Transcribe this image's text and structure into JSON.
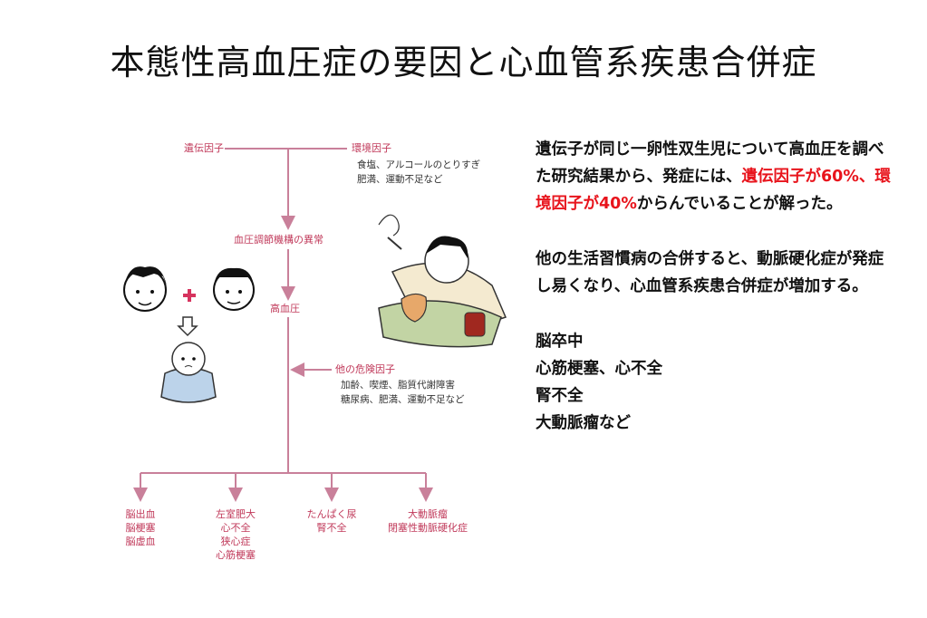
{
  "title": "本態性高血圧症の要因と心血管系疾患合併症",
  "diagram": {
    "genetic_factor": "遺伝因子",
    "environmental_factor": "環境因子",
    "environmental_details": [
      "食塩、アルコールのとりすぎ",
      "肥満、運動不足など"
    ],
    "regulation_abnormality": "血圧調節機構の異常",
    "hypertension": "高血圧",
    "other_risk": "他の危険因子",
    "other_risk_details": [
      "加齢、喫煙、脂質代謝障害",
      "糖尿病、肥満、運動不足など"
    ],
    "outcomes": [
      [
        "脳出血",
        "脳梗塞",
        "脳虚血"
      ],
      [
        "左室肥大",
        "心不全",
        "狭心症",
        "心筋梗塞"
      ],
      [
        "たんぱく尿",
        "腎不全"
      ],
      [
        "大動脈瘤",
        "閉塞性動脈硬化症"
      ]
    ]
  },
  "text": {
    "p1_a": "遺伝子が同じ一卵性双生児について高血圧を調べた研究結果から、発症には、",
    "p1_red": "遺伝因子が60%、環境因子が40%",
    "p1_b": "からんでいることが解った。",
    "p2": "他の生活習慣病の合併すると、動脈硬化症が発症し易くなり、心血管系疾患合併症が増加する。",
    "list": [
      "脳卒中",
      "心筋梗塞、心不全",
      "腎不全",
      "大動脈瘤など"
    ]
  },
  "colors": {
    "accent_red": "#e8141c",
    "diagram_line": "#c9809a",
    "diagram_text": "#c0395a"
  }
}
